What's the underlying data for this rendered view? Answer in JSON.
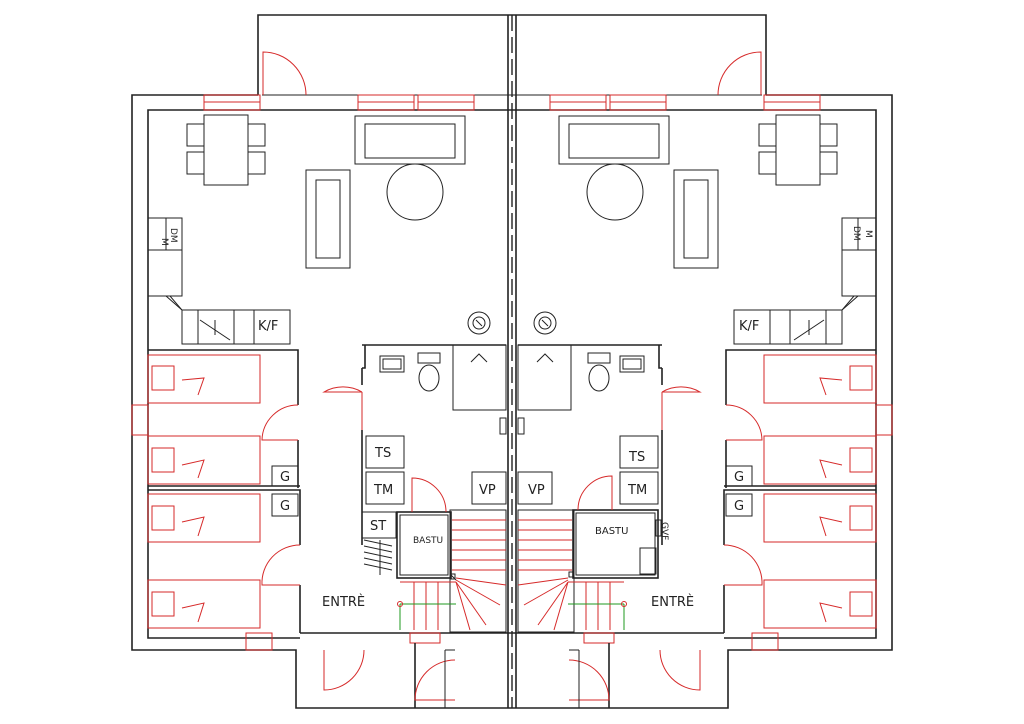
{
  "labels": {
    "entre": "ENTRÈ",
    "bastu": "BASTU",
    "ts": "TS",
    "tm": "TM",
    "vp": "VP",
    "st": "ST",
    "g": "G",
    "kf": "K/F",
    "m": "M",
    "dm": "DM",
    "gvf": "GVF"
  },
  "colors": {
    "wall": "#222222",
    "furniture": "#d62a2a",
    "stair_rail": "#1f9a1f"
  }
}
